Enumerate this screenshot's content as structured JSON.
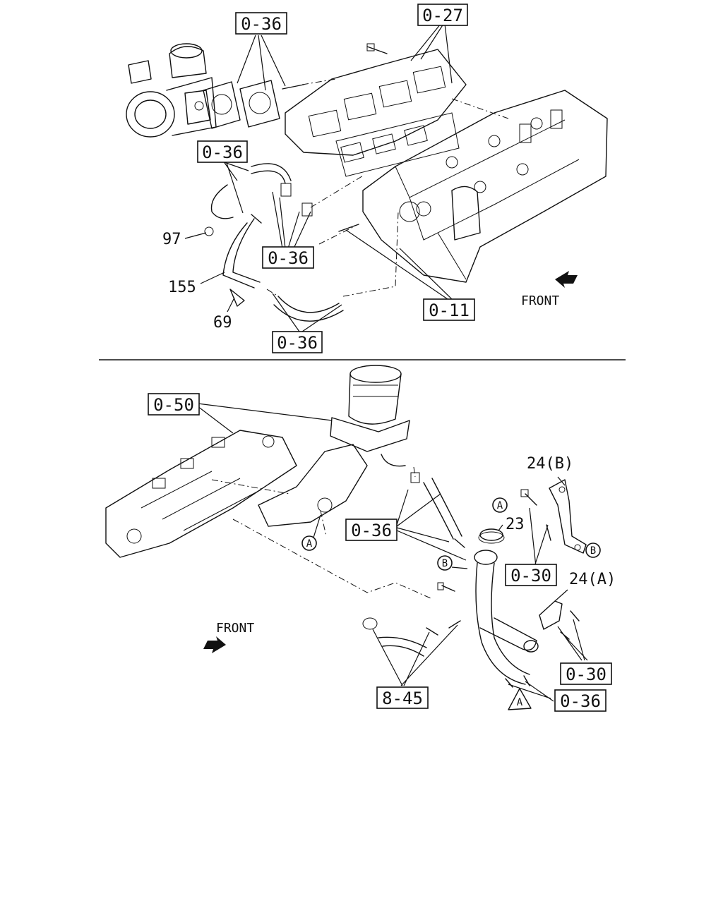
{
  "labels": {
    "l0_36_a": "0-36",
    "l0_27": "0-27",
    "l0_36_b": "0-36",
    "l0_36_c": "0-36",
    "l0_11": "0-11",
    "l0_36_d": "0-36",
    "l97": "97",
    "l155": "155",
    "l69": "69",
    "l0_50": "0-50",
    "l0_36_e": "0-36",
    "l24b": "24(B)",
    "l23": "23",
    "l0_30_a": "0-30",
    "l24a": "24(A)",
    "l0_30_b": "0-30",
    "l8_45": "8-45",
    "l0_36_f": "0-36",
    "front_top": "FRONT",
    "front_bottom": "FRONT",
    "callout_a": "A",
    "callout_b": "B"
  }
}
